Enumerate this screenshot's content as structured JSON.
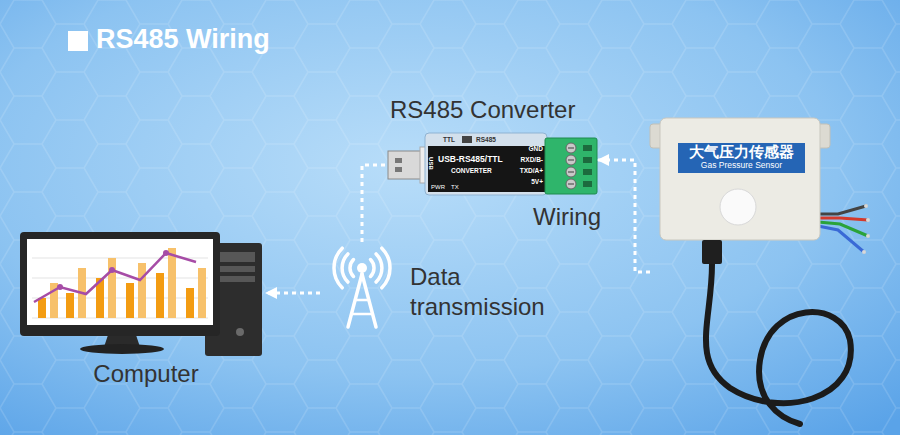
{
  "diagram": {
    "title": "RS485 Wiring",
    "nodes": [
      {
        "text": [
          "RS485 Converter",
          "TTL",
          "RS485",
          "USB-RS485/TTL",
          "CONVERTER",
          "GND",
          "RXD/B-",
          "TXD/A+",
          "5V+",
          "USB",
          "PWR",
          "TX"
        ]
      },
      {
        "text": [
          "大气压力传感器",
          "Gas Pressure Sensor"
        ]
      },
      {
        "text": [
          "Computer"
        ]
      },
      {
        "text": [
          "Data transmission"
        ]
      }
    ],
    "edges": [
      {
        "from": 1,
        "to": 0,
        "arrow": "to",
        "label": "Wiring"
      },
      {
        "from": 0,
        "to": 3,
        "arrow": "none"
      },
      {
        "from": 3,
        "to": 2,
        "arrow": "to"
      }
    ]
  }
}
